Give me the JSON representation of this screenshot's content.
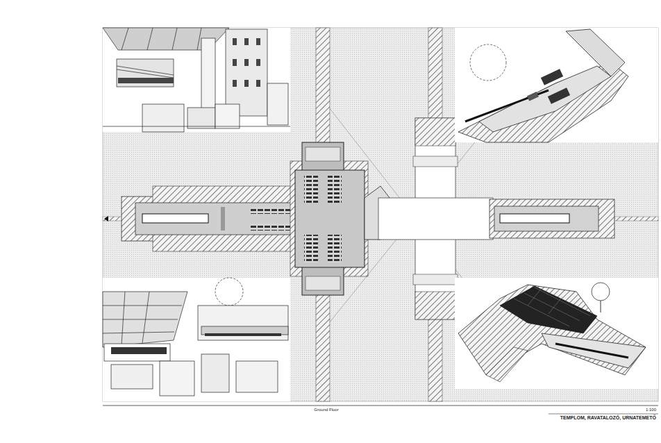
{
  "diagram": {
    "labels": [
      "Ground Floor",
      "1:100",
      "TEMPLOM, RAVATALOZÓ, URNATEMETŐ"
    ]
  }
}
